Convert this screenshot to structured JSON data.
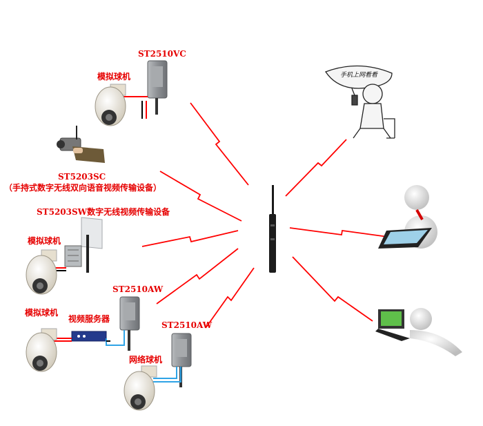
{
  "labels": {
    "st2510vc": "ST2510VC",
    "analog_dome_1": "模拟球机",
    "st5203sc": "ST5203SC",
    "st5203sc_desc": "（手持式数字无线双向语音视频传输设备）",
    "st5203sw": "ST5203SW数字无线视频传输设备",
    "analog_dome_2": "模拟球机",
    "st2510aw_1": "ST2510AW",
    "analog_dome_3": "模拟球机",
    "video_server": "视频服务器",
    "st2510aw_2": "ST2510AW",
    "network_dome": "网络球机"
  },
  "speech_bubble": "手机上网看看",
  "colors": {
    "label_red": "#e60000",
    "link_red": "#ff0000",
    "cable_blue": "#2ea3e6"
  }
}
